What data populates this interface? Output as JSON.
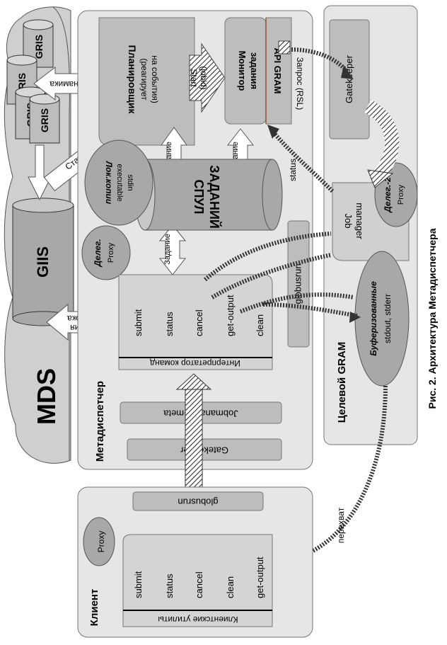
{
  "mds": {
    "label": "MDS",
    "gris": [
      "GRIS",
      "GRIS",
      "GRIS",
      "GRIS"
    ],
    "giis": "GIIS",
    "dynamics": "Динамика",
    "statics": "Статика",
    "check": [
      "Проверка",
      "задания"
    ]
  },
  "meta": {
    "title": "Метадиспетчер",
    "scheduler": [
      "Планировщик",
      "(реагирует",
      "на события)"
    ],
    "start": [
      "Start",
      "(jobid)"
    ],
    "monitor": [
      "Монитор",
      "задания"
    ],
    "api": "API GRAM",
    "request": "Запрос (RSL)",
    "task_up1": "Задание",
    "task_up2": "Задание",
    "task_spool": "Задание",
    "spool": [
      "СПУЛ",
      "ЗАДАНИЙ"
    ],
    "lokcopy": [
      "Лок.копии",
      "executable",
      "stdin"
    ],
    "delegation": [
      "Делег.",
      "Proxy"
    ],
    "interpreter": "Интерпретатор команд",
    "commands": [
      "submit",
      "status",
      "cancel",
      "get-output",
      "clean"
    ],
    "jobmanager_meta": "Jobmanager-meta",
    "gatekeeper": "Gatekeeper",
    "globusrun": "globusrun",
    "status_label": "status"
  },
  "target": {
    "title": "Целевой GRAM",
    "gatekeeper": "Gatekeeper",
    "job_manager": [
      "Job",
      "manager"
    ],
    "delegation2": [
      "Делег.-2",
      "Proxy"
    ],
    "buffered": [
      "Буферизованные",
      "stdout, stderr"
    ]
  },
  "client": {
    "title": "Клиент",
    "globusrun": "globusrun",
    "proxy": "Proxy",
    "utilities": "Клиентские утилиты",
    "commands": [
      "submit",
      "status",
      "cancel",
      "clean",
      "get-output"
    ],
    "intercept": "перехват"
  },
  "caption": "Рис. 2. Архитектура Метадиспетчера"
}
